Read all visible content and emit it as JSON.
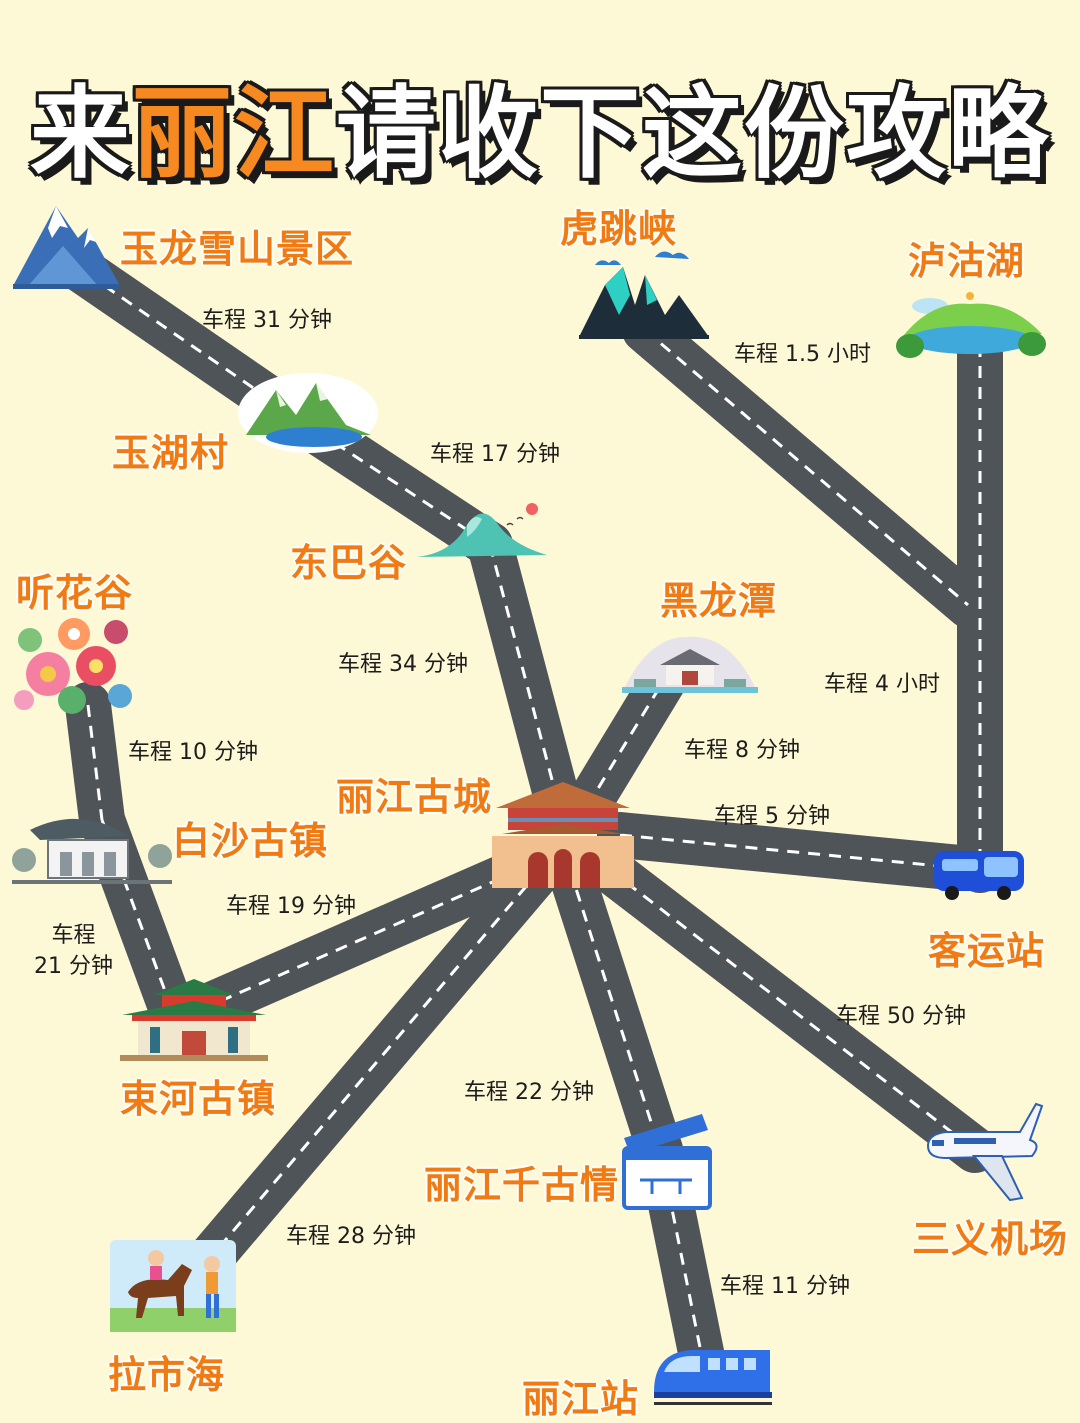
{
  "title": {
    "pre": "来",
    "hl": "丽江",
    "post": "请收下这份攻略"
  },
  "colors": {
    "road": "#4f5459",
    "dash": "#ffffff",
    "label": "#f07b12",
    "background": "#fdf8d6"
  },
  "places": {
    "yulong": "玉龙雪山景区",
    "yuhu": "玉湖村",
    "dongba": "东巴谷",
    "hutiao": "虎跳峡",
    "lugu": "泸沽湖",
    "tinghua": "听花谷",
    "heilong": "黑龙潭",
    "gucheng": "丽江古城",
    "baisha": "白沙古镇",
    "keyun": "客运站",
    "shuhe": "束河古镇",
    "qiangu": "丽江千古情",
    "sanyi": "三义机场",
    "lashi": "拉市海",
    "zhan": "丽江站"
  },
  "distances": {
    "yulong_yuhu": "车程 31 分钟",
    "hutiao_lugu": "车程 1.5 小时",
    "yuhu_dongba": "车程 17 分钟",
    "dongba_gucheng": "车程 34 分钟",
    "tinghua_baisha": "车程 10 分钟",
    "lugu_keyun": "车程 4 小时",
    "heilong_gucheng": "车程 8 分钟",
    "gucheng_keyun": "车程 5 分钟",
    "gucheng_shuhe": "车程 19 分钟",
    "baisha_shuhe_1": "车程",
    "baisha_shuhe_2": "21 分钟",
    "gucheng_sanyi": "车程 50 分钟",
    "gucheng_qiangu": "车程 22 分钟",
    "gucheng_lashi": "车程 28 分钟",
    "qiangu_zhan": "车程 11 分钟"
  },
  "icons": [
    "snow-mountain-icon",
    "lake-mountain-icon",
    "green-mountain-icon",
    "gorge-icon",
    "lake-icon",
    "flower-bouquet-icon",
    "temple-pavilion-icon",
    "ancient-gate-icon",
    "village-house-icon",
    "bus-icon",
    "palace-icon",
    "clapperboard-icon",
    "airplane-icon",
    "horse-riding-icon",
    "train-icon"
  ]
}
